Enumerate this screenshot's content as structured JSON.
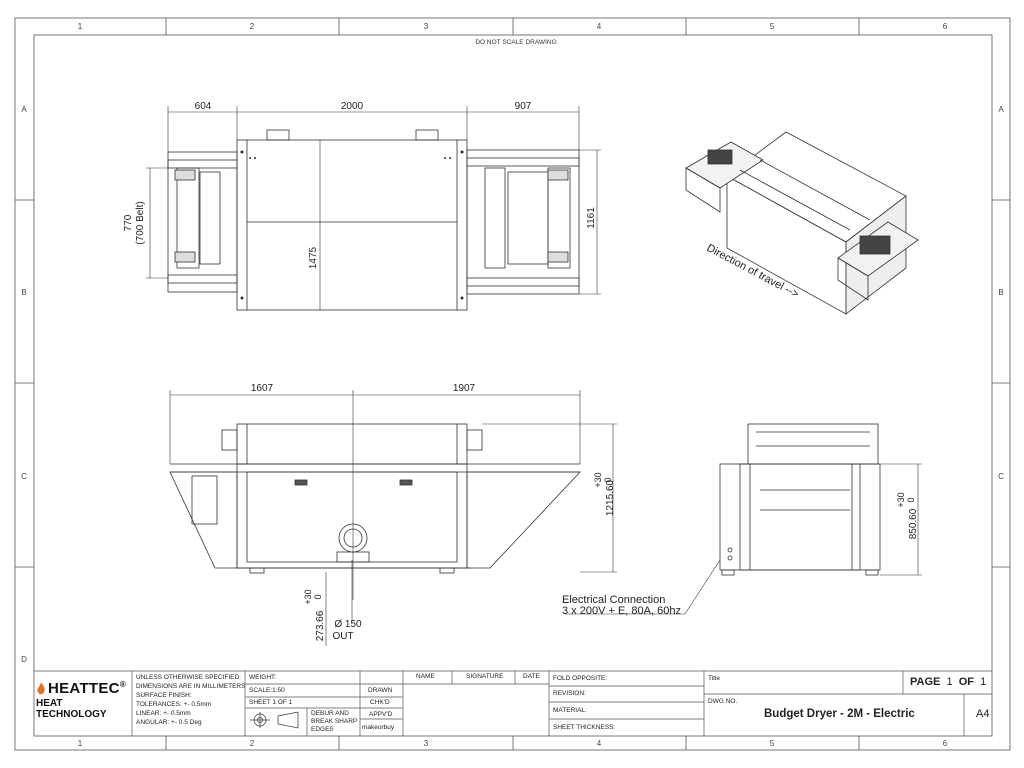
{
  "zones": {
    "columns": [
      "1",
      "2",
      "3",
      "4",
      "5",
      "6"
    ],
    "rows": [
      "A",
      "B",
      "C",
      "D"
    ]
  },
  "notes": {
    "do_not_scale": "DO NOT SCALE DRAWING",
    "direction": "Direction of travel -->",
    "electrical_line1": "Electrical Connection",
    "electrical_line2": "3 x 200V + E, 80A, 60hz"
  },
  "dimensions": {
    "top_left": "604",
    "top_mid": "2000",
    "top_right": "907",
    "left_height": "770",
    "left_height_sub": "(700 Belt)",
    "mid_height": "1475",
    "right_height": "1161",
    "front_left": "1607",
    "front_right": "1907",
    "front_height": "1215.60",
    "front_height_tol_top": "+30",
    "front_height_tol_bot": "0",
    "side_height": "850.60",
    "side_tol_top": "+30",
    "side_tol_bot": "0",
    "outlet_height": "273.66",
    "outlet_tol_top": "+30",
    "outlet_tol_bot": "0",
    "outlet_dia": "Ø 150",
    "outlet_label": "OUT"
  },
  "title_block": {
    "logo_name": "HEATTEC",
    "logo_reg": "®",
    "logo_sub": "HEAT TECHNOLOGY",
    "spec1": "UNLESS OTHERWISE SPECIFIED:",
    "spec2": "DIMENSIONS ARE IN MILLIMETERS",
    "spec3": "SURFACE FINISH:",
    "spec4": "TOLERANCES: +- 0.5mm",
    "spec5": "LINEAR: +- 0.5mm",
    "spec6": "ANGULAR: +- 0.5 Deg",
    "weight": "WEIGHT:",
    "scale": "SCALE:1:50",
    "sheet": "SHEET 1 OF 1",
    "deburr1": "DEBUR AND",
    "deburr2": "BREAK SHARP",
    "deburr3": "EDGES",
    "h_name": "NAME",
    "h_signature": "SIGNATURE",
    "h_date": "DATE",
    "drawn": "DRAWN",
    "chkd": "CHK'D",
    "appvd": "APPV'D",
    "makeorbuy": "makeorbuy",
    "fold": "FOLD OPPOSITE:",
    "revision": "REVISION:",
    "material": "MATERIAL:",
    "thickness": "SHEET THICKNESS:",
    "title_label": "Title",
    "dwg_no": "DWG NO.",
    "page_word": "PAGE",
    "page_num": "1",
    "of_word": "OF",
    "page_total": "1",
    "drawing_title": "Budget Dryer - 2M - Electric",
    "size": "A4"
  }
}
